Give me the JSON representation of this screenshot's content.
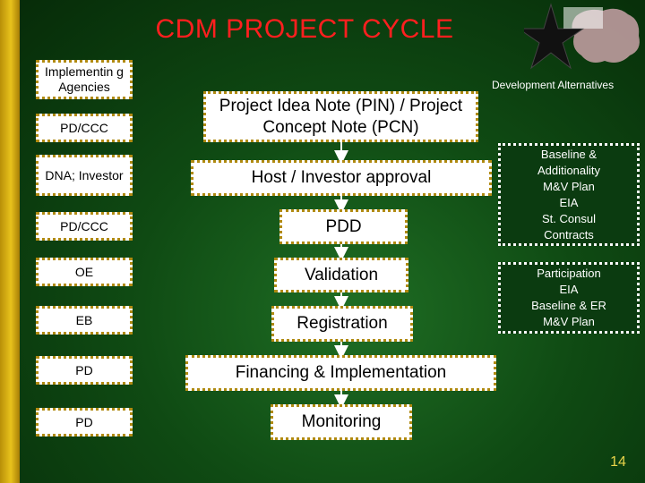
{
  "title": "CDM PROJECT CYCLE",
  "logo_caption": "Development Alternatives",
  "agencies": [
    {
      "label": "Implementin g Agencies"
    },
    {
      "label": "PD/CCC"
    },
    {
      "label": "DNA; Investor"
    },
    {
      "label": "PD/CCC"
    },
    {
      "label": "OE"
    },
    {
      "label": "EB"
    },
    {
      "label": "PD"
    },
    {
      "label": "PD"
    }
  ],
  "steps": [
    {
      "label": "Project Idea Note (PIN) / Project Concept Note (PCN)"
    },
    {
      "label": "Host / Investor approval"
    },
    {
      "label": "PDD"
    },
    {
      "label": "Validation"
    },
    {
      "label": "Registration"
    },
    {
      "label": "Financing & Implementation"
    },
    {
      "label": "Monitoring"
    }
  ],
  "notes": [
    {
      "lines": [
        "Baseline &",
        "Additionality",
        "M&V Plan",
        "EIA",
        "St. Consul",
        "Contracts"
      ]
    },
    {
      "lines": [
        "Participation",
        "EIA",
        "Baseline & ER",
        "M&V Plan"
      ]
    }
  ],
  "page_number": "14",
  "colors": {
    "title": "#ff1f1f",
    "background": "#0f4a13",
    "sidebar": "#e8c21c",
    "box_border": "#b08a10"
  }
}
